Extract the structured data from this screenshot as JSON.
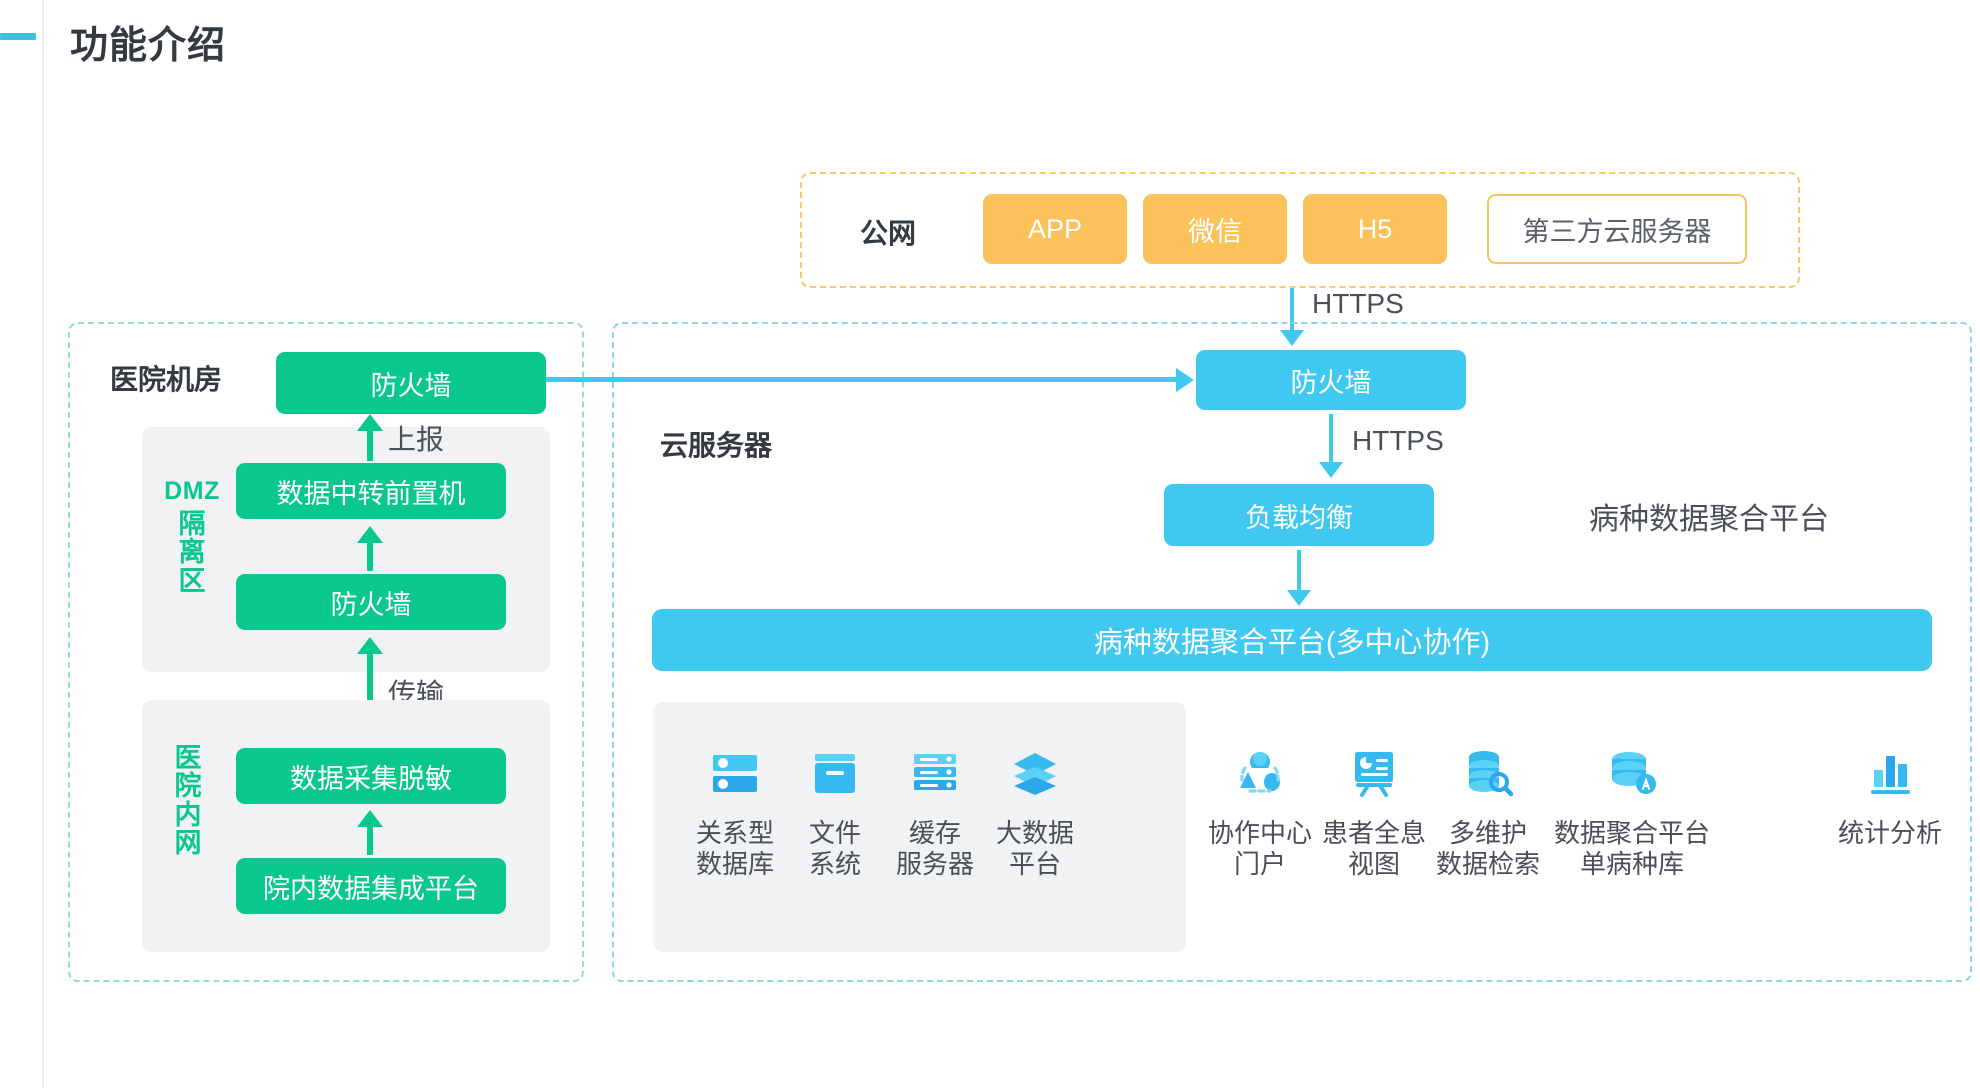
{
  "page": {
    "title": "功能介绍",
    "accent_color": "#3fbfe4"
  },
  "colors": {
    "green": "#0ac88c",
    "blue": "#3fc8f0",
    "orange": "#fbc25b",
    "text": "#4a5058",
    "panel_gray": "#f0f2f4"
  },
  "public_zone": {
    "label": "公网",
    "border_color": "#f7c96b",
    "items": [
      {
        "label": "APP",
        "style": "filled"
      },
      {
        "label": "微信",
        "style": "filled"
      },
      {
        "label": "H5",
        "style": "filled"
      },
      {
        "label": "第三方云服务器",
        "style": "outlined"
      }
    ]
  },
  "hospital_zone": {
    "label": "医院机房",
    "border_color": "#8fe3c3",
    "firewall": "防火墙",
    "dmz": {
      "label": "DMZ\n隔离\n区",
      "label_latin": "DMZ",
      "label_cn": "隔\n离\n区",
      "boxes": [
        "数据中转前置机",
        "防火墙"
      ]
    },
    "intranet": {
      "label": "医\n院\n内\n网",
      "boxes": [
        "数据采集脱敏",
        "院内数据集成平台"
      ]
    },
    "arrows": {
      "report": "上报",
      "transfer": "传输"
    }
  },
  "cloud_zone": {
    "label": "云服务器",
    "border_color": "#8ed4f0",
    "platform_title": "病种数据聚合平台",
    "firewall": "防火墙",
    "load_balancer": "负载均衡",
    "banner": "病种数据聚合平台(多中心协作)",
    "https_top": "HTTPS",
    "https_mid": "HTTPS",
    "infrastructure": [
      {
        "caption": "关系型\n数据库",
        "icon": "database-server-icon"
      },
      {
        "caption": "文件\n系统",
        "icon": "file-system-icon"
      },
      {
        "caption": "缓存\n服务器",
        "icon": "cache-server-icon"
      },
      {
        "caption": "大数据\n平台",
        "icon": "big-data-layers-icon"
      }
    ],
    "applications": [
      {
        "caption": "协作中心\n门户",
        "icon": "collaboration-portal-icon"
      },
      {
        "caption": "患者全息\n视图",
        "icon": "patient-view-board-icon"
      },
      {
        "caption": "多维护\n数据检索",
        "icon": "data-search-icon"
      },
      {
        "caption": "数据聚合平台\n单病种库",
        "icon": "disease-database-icon"
      },
      {
        "caption": "统计分析",
        "icon": "bar-chart-icon"
      }
    ]
  }
}
